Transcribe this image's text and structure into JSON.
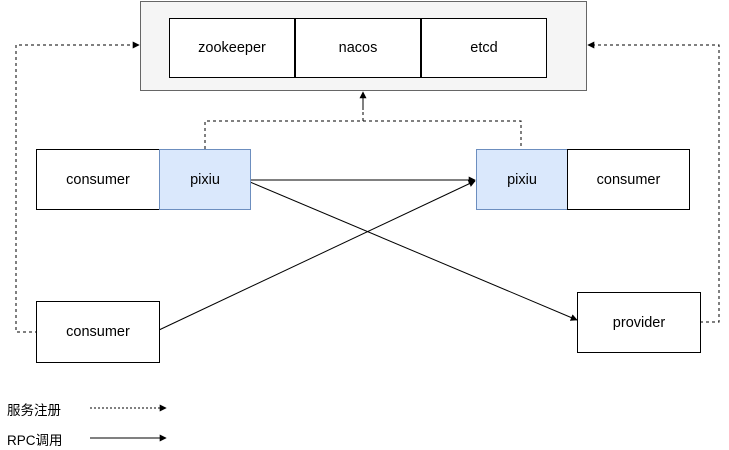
{
  "registry": {
    "items": [
      "zookeeper",
      "nacos",
      "etcd"
    ]
  },
  "nodes": {
    "left_top": {
      "consumer": "consumer",
      "pixiu": "pixiu"
    },
    "right_top": {
      "pixiu": "pixiu",
      "consumer": "consumer"
    },
    "left_bottom": {
      "consumer": "consumer"
    },
    "right_bottom": {
      "provider": "provider"
    }
  },
  "legend": {
    "register_label": "服务注册",
    "rpc_label": "RPC调用"
  },
  "colors": {
    "pixiu_fill": "#dae8fc",
    "pixiu_border": "#6c8ebf",
    "registry_fill": "#f5f5f5",
    "line": "#000000"
  }
}
